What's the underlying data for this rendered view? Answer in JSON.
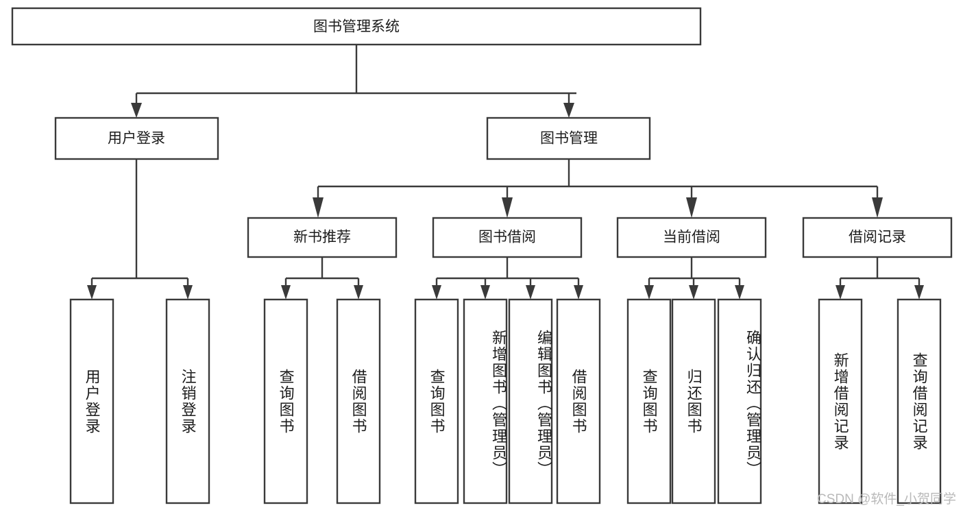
{
  "diagram": {
    "type": "tree-hierarchy-chart",
    "title": "图书管理系统",
    "orientation": "top-down",
    "line_color": "#3a3a3a",
    "box_fill": "#ffffff",
    "text_color": "#1c1c1c",
    "root": {
      "label": "图书管理系统",
      "level": 0
    },
    "level1": [
      {
        "label": "用户登录"
      },
      {
        "label": "图书管理"
      }
    ],
    "level2": [
      {
        "label": "新书推荐"
      },
      {
        "label": "图书借阅"
      },
      {
        "label": "当前借阅"
      },
      {
        "label": "借阅记录"
      }
    ],
    "leaves": {
      "user_login": [
        {
          "label": "用户登录"
        },
        {
          "label": "注销登录"
        }
      ],
      "new_book_recommend": [
        {
          "label": "查询图书"
        },
        {
          "label": "借阅图书"
        }
      ],
      "book_borrow": [
        {
          "label": "查询图书"
        },
        {
          "label": "新增图书（管理员）"
        },
        {
          "label": "编辑图书（管理员）"
        },
        {
          "label": "借阅图书"
        }
      ],
      "current_borrow": [
        {
          "label": "查询图书"
        },
        {
          "label": "归还图书"
        },
        {
          "label": "确认归还（管理员）"
        }
      ],
      "borrow_record": [
        {
          "label": "新增借阅记录"
        },
        {
          "label": "查询借阅记录"
        }
      ]
    },
    "watermark": "CSDN @软件_小贺同学"
  }
}
